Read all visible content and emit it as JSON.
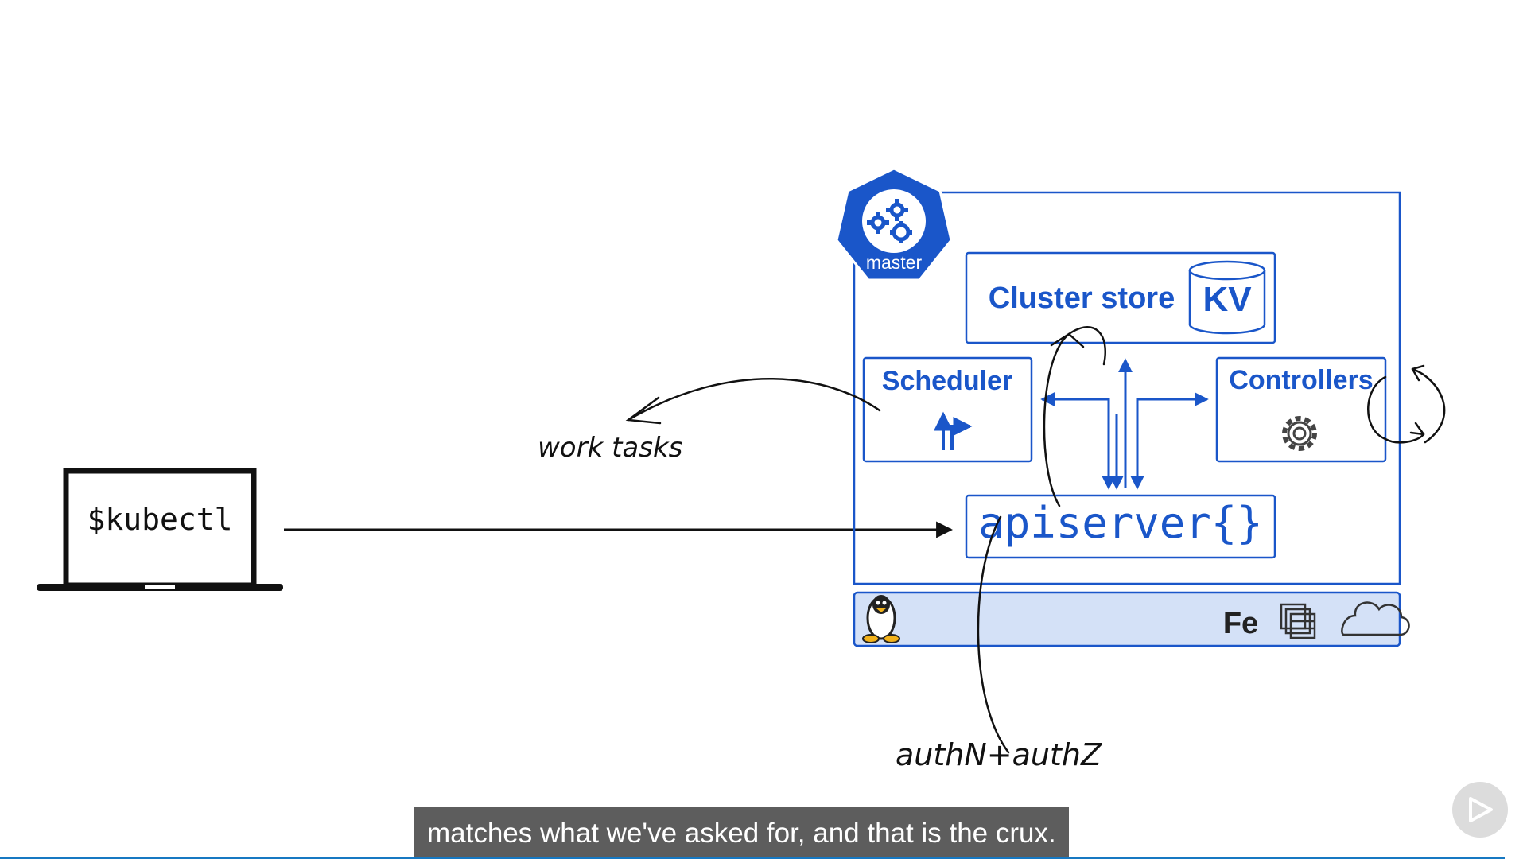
{
  "laptop": {
    "command": "$kubectl"
  },
  "master": {
    "badge_label": "master",
    "cluster_store": {
      "label": "Cluster store",
      "kv_label": "KV"
    },
    "scheduler": {
      "label": "Scheduler"
    },
    "controllers": {
      "label": "Controllers"
    },
    "apiserver": {
      "label": "apiserver{}"
    },
    "platform_bar": {
      "fe_label": "Fe",
      "icons": [
        "linux-tux-icon",
        "stacked-squares-icon",
        "cloud-icon"
      ]
    }
  },
  "annotations": {
    "work_tasks": "work tasks",
    "auth": "authN+authZ"
  },
  "caption": {
    "text": "matches what we've asked for, and that is the crux."
  },
  "colors": {
    "brand_blue": "#1a56c9",
    "platform_fill": "#d4e1f7",
    "ink": "#111111",
    "caption_bg": "#5d5d5d",
    "progress": "#1678c2"
  }
}
